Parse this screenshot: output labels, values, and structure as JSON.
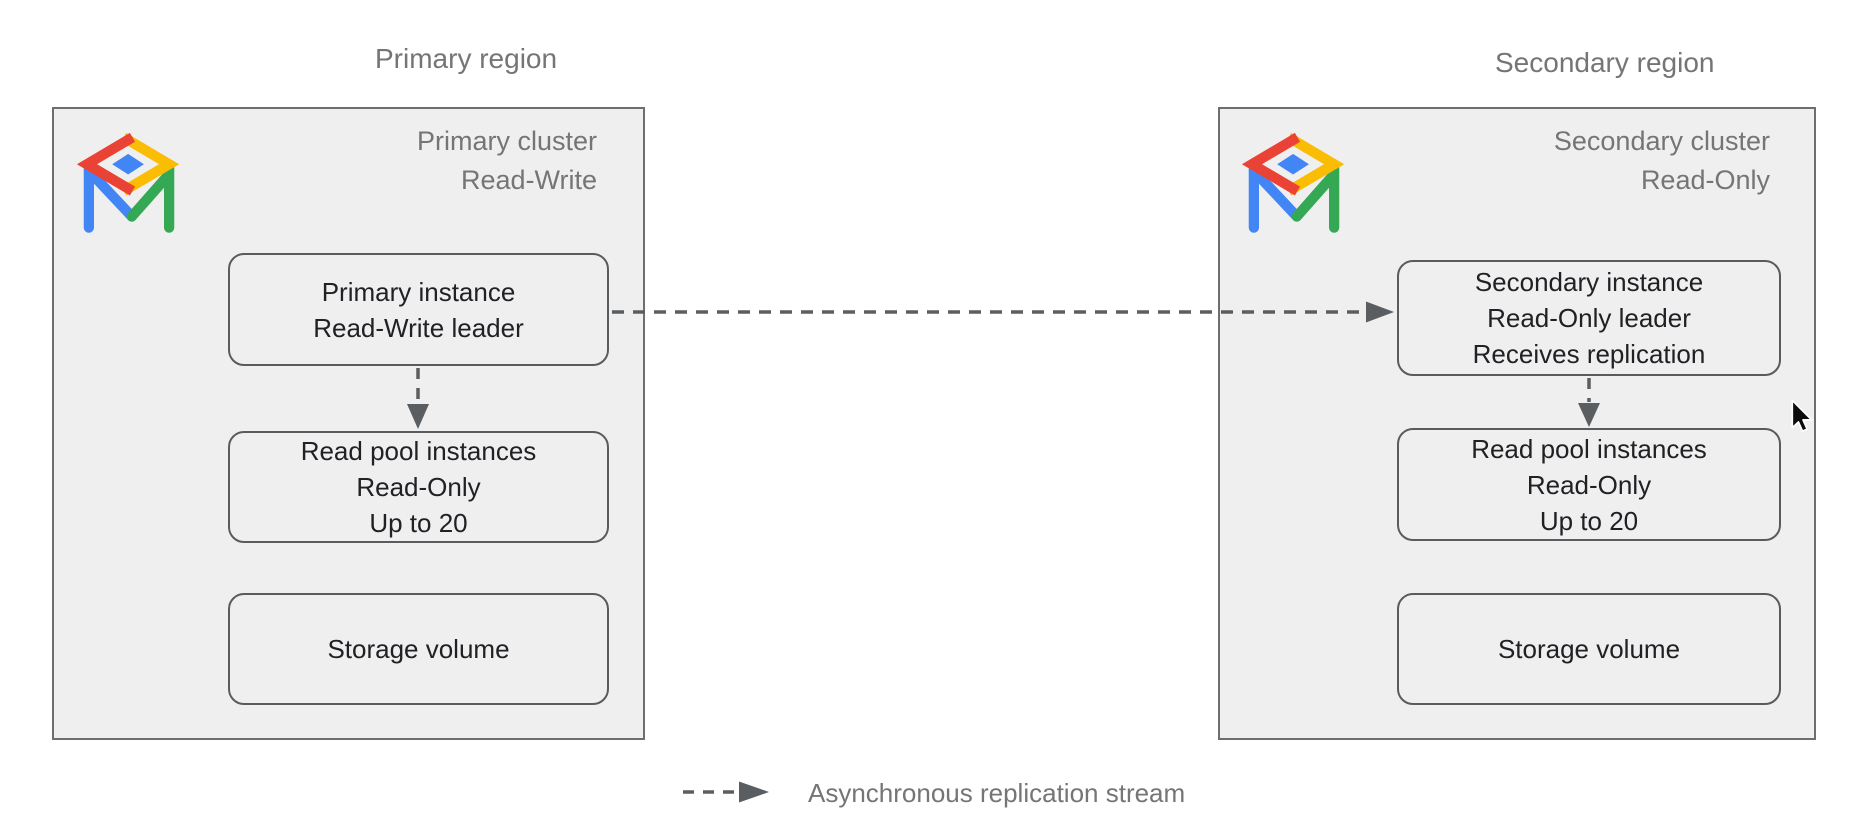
{
  "diagram": {
    "primary": {
      "region_title": "Primary region",
      "cluster_title": "Primary cluster",
      "cluster_mode": "Read-Write",
      "instance": {
        "line1": "Primary instance",
        "line2": "Read-Write leader"
      },
      "read_pool": {
        "line1": "Read pool instances",
        "line2": "Read-Only",
        "line3": "Up to 20"
      },
      "storage": {
        "label": "Storage volume"
      }
    },
    "secondary": {
      "region_title": "Secondary region",
      "cluster_title": "Secondary cluster",
      "cluster_mode": "Read-Only",
      "instance": {
        "line1": "Secondary instance",
        "line2": "Read-Only leader",
        "line3": "Receives replication"
      },
      "read_pool": {
        "line1": "Read pool instances",
        "line2": "Read-Only",
        "line3": "Up to 20"
      },
      "storage": {
        "label": "Storage volume"
      }
    },
    "legend": {
      "label": "Asynchronous replication stream"
    },
    "icons": {
      "cluster_logo": "alloydb-logo",
      "pointer": "mouse-cursor-icon"
    },
    "colors": {
      "page_bg": "#ffffff",
      "region_fill": "#efefef",
      "region_border": "#6e6e6e",
      "node_fill": "#efefef",
      "node_border": "#595c5f",
      "arrow": "#5b5e61",
      "muted_text": "#757575",
      "node_text": "#202124",
      "logo_blue": "#4285f4",
      "logo_red": "#ea4335",
      "logo_yellow": "#fbbc04",
      "logo_green": "#34a853"
    }
  }
}
